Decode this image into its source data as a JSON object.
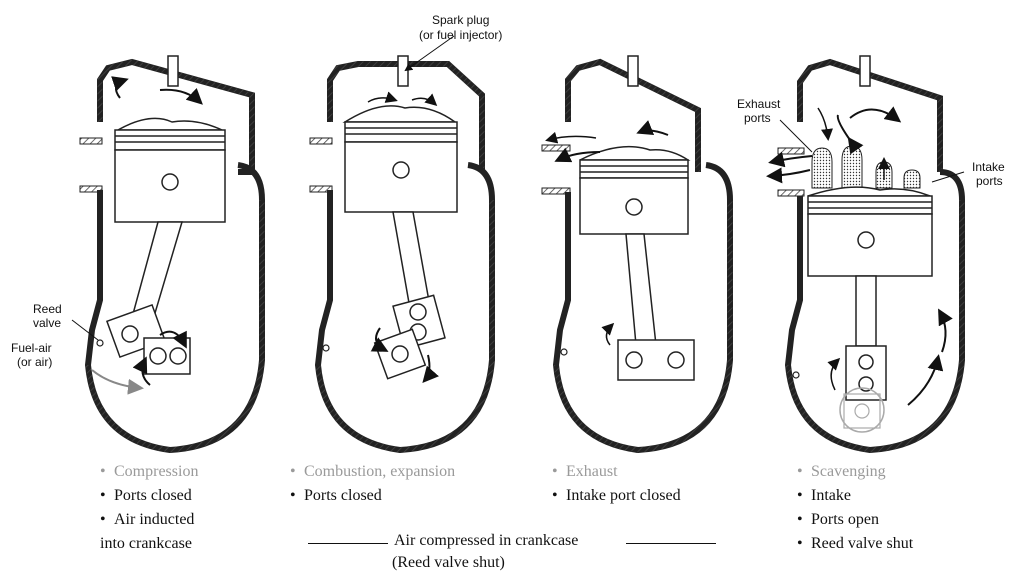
{
  "labels": {
    "spark_plug": "Spark plug",
    "spark_plug_sub": "(or fuel injector)",
    "reed": "Reed",
    "valve": "valve",
    "fuel_air": "Fuel-air",
    "or_air": "(or air)",
    "exhaust": "Exhaust",
    "ports_a": "ports",
    "intake": "Intake",
    "ports_b": "ports"
  },
  "stages": [
    {
      "title": "Compression",
      "items": [
        "Ports closed",
        "Air inducted",
        "into crankcase"
      ]
    },
    {
      "title": "Combustion, expansion",
      "items": [
        "Ports closed"
      ]
    },
    {
      "title": "Exhaust",
      "items": [
        "Intake port closed"
      ]
    },
    {
      "title": "Scavenging",
      "items": [
        "Intake",
        "Ports open",
        "Reed valve shut"
      ]
    }
  ],
  "footer": {
    "line1": "Air compressed in crankcase",
    "line2": "(Reed valve shut)"
  },
  "colors": {
    "ink": "#111111",
    "gray": "#9a9a9a",
    "hatch": "#555555"
  }
}
